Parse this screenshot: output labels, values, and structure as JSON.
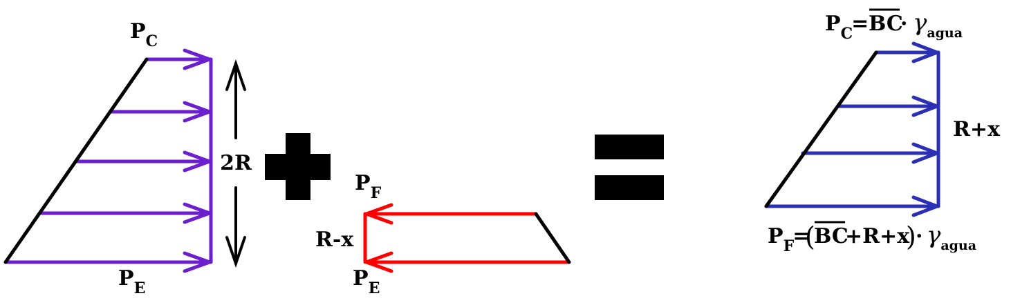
{
  "colors": {
    "purple": "#6b1fcf",
    "red": "#ff0000",
    "blue": "#2b2fb3",
    "black": "#000000"
  },
  "left_diagram": {
    "top_label_main": "P",
    "top_label_sub": "C",
    "bottom_label_main": "P",
    "bottom_label_sub": "E",
    "dimension_label": "2R"
  },
  "middle_diagram": {
    "top_label_main": "P",
    "top_label_sub": "F",
    "bottom_label_main": "P",
    "bottom_label_sub": "E",
    "side_label": "R-x"
  },
  "operators": {
    "plus": "plus",
    "equals": "equals"
  },
  "right_diagram": {
    "top_eq_main": "P",
    "top_eq_sub": "C",
    "top_eq_equals": "=",
    "top_eq_bc": "BC",
    "top_eq_dot": "·",
    "top_eq_gamma": "γ",
    "top_eq_gamma_sub": "agua",
    "side_label": "R+x",
    "bottom_eq_main": "P",
    "bottom_eq_sub": "F",
    "bottom_eq_equals": "=",
    "bottom_eq_open": "(",
    "bottom_eq_bc": "BC",
    "bottom_eq_rest": "+R+x",
    "bottom_eq_close": ")",
    "bottom_eq_dot": "·",
    "bottom_eq_gamma": "γ",
    "bottom_eq_gamma_sub": "agua"
  }
}
